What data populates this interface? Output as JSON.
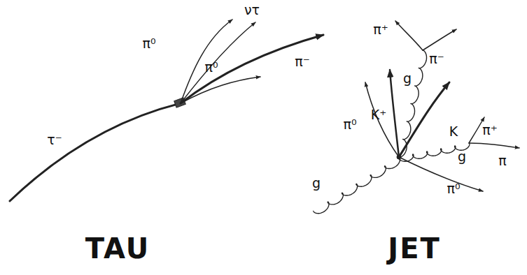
{
  "diagram": {
    "labels": [
      "τ⁻",
      "π⁰",
      "ντ",
      "π⁻",
      "π⁰",
      "TAU",
      "π⁺",
      "π⁻",
      "g",
      "π⁰",
      "K⁺",
      "K",
      "π⁺",
      "g",
      "π",
      "g",
      "π⁰",
      "JET"
    ]
  }
}
